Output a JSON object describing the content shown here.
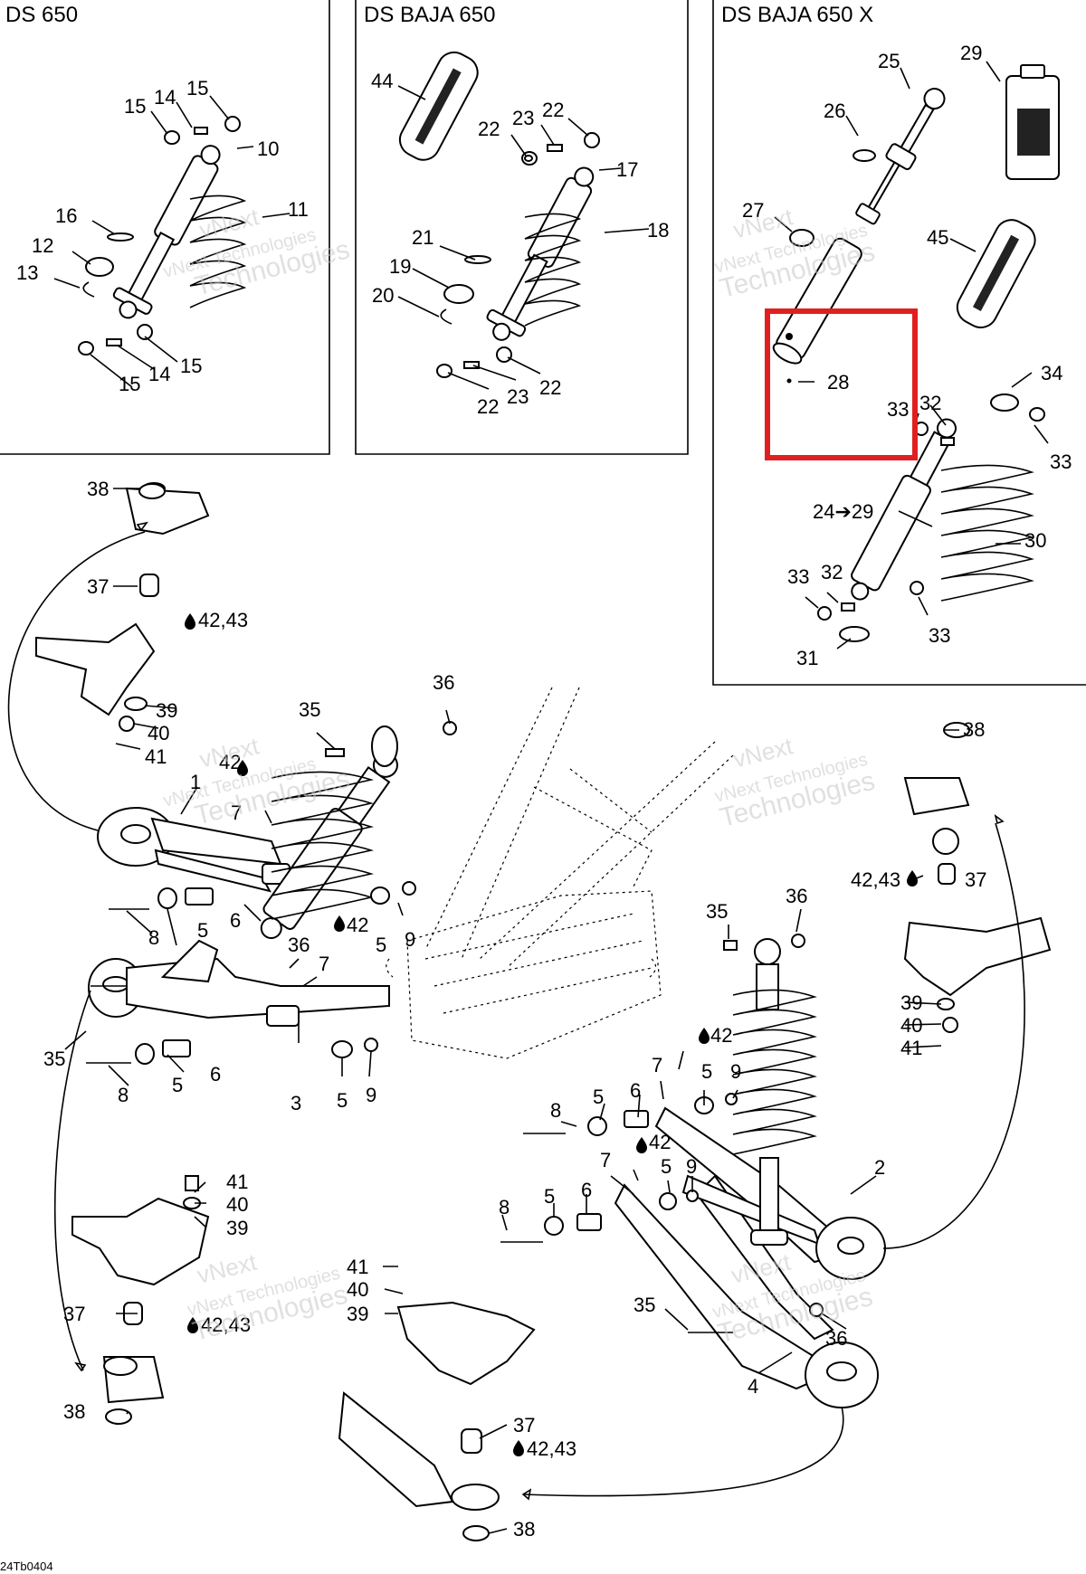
{
  "panels": [
    {
      "id": "ds650",
      "title": "DS 650"
    },
    {
      "id": "dsbaja650",
      "title": "DS BAJA 650"
    },
    {
      "id": "dsbaja650x",
      "title": "DS BAJA 650 X"
    }
  ],
  "watermark": {
    "line1": "vNext",
    "line2": "vNext Technologies",
    "line3": "Technologies"
  },
  "drawing_code": "24Tb0404",
  "highlight_color": "#e02020",
  "callouts": {
    "p1": [
      "15",
      "14",
      "15",
      "10",
      "11",
      "16",
      "12",
      "13",
      "15",
      "14",
      "15"
    ],
    "p2": [
      "44",
      "22",
      "23",
      "22",
      "17",
      "18",
      "21",
      "19",
      "20",
      "22",
      "23",
      "22"
    ],
    "p3": [
      "29",
      "25",
      "26",
      "27",
      "45",
      "28",
      "34",
      "32",
      "33",
      "33",
      "24➔29",
      "30",
      "33",
      "32",
      "31",
      "33"
    ],
    "main": [
      "38",
      "37",
      "42,43",
      "39",
      "40",
      "41",
      "35",
      "36",
      "42",
      "1",
      "7",
      "5",
      "6",
      "8",
      "42",
      "9",
      "36",
      "7",
      "5",
      "35",
      "5",
      "6",
      "8",
      "3",
      "5",
      "9",
      "38",
      "42,43",
      "37",
      "39",
      "40",
      "41",
      "36",
      "35",
      "42",
      "7",
      "5",
      "9",
      "8",
      "5",
      "6",
      "42",
      "7",
      "5",
      "9",
      "6",
      "5",
      "8",
      "2",
      "41",
      "40",
      "39",
      "37",
      "42,43",
      "38",
      "41",
      "40",
      "39",
      "35",
      "36",
      "4",
      "37",
      "42,43",
      "38"
    ]
  }
}
